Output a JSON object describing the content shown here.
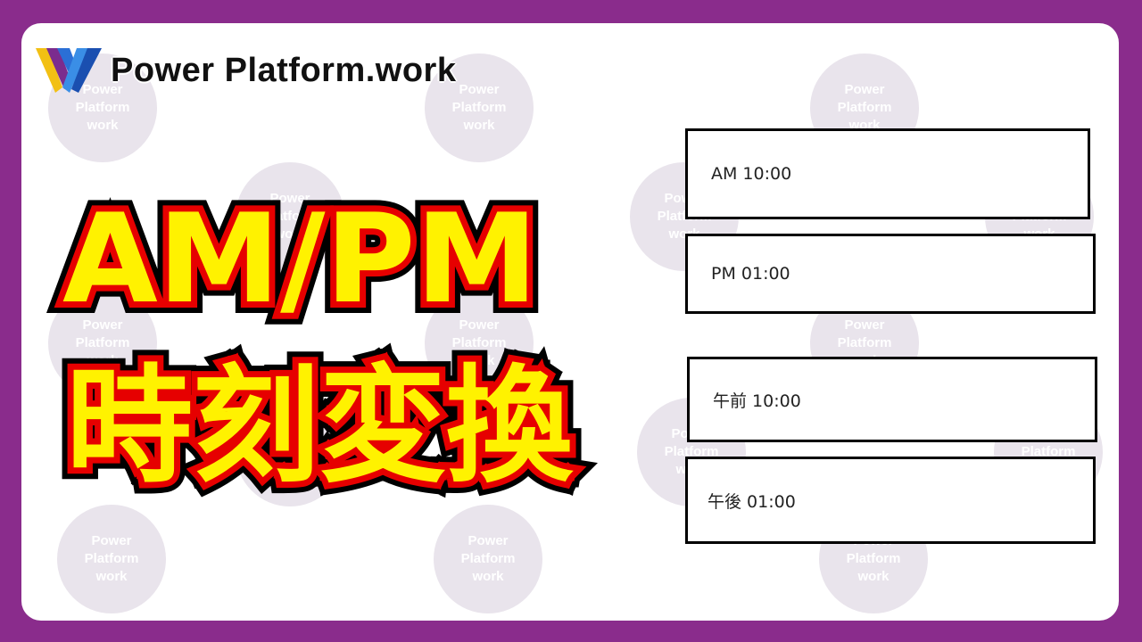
{
  "brand": {
    "name": "Power Platform.work",
    "logo_icon": "power-platform-logo-icon"
  },
  "watermark": {
    "line1": "Power",
    "line2": "Platform",
    "line3": "work"
  },
  "hero": {
    "line1": "AM/PM",
    "line2": "時刻変換"
  },
  "time_boxes": [
    {
      "label": "AM 10:00"
    },
    {
      "label": "PM 01:00"
    },
    {
      "label": "午前 10:00"
    },
    {
      "label": "午後 01:00"
    }
  ],
  "colors": {
    "frame": "#8a2c8c",
    "hero_fill": "#fff200",
    "hero_stroke": "#e60000",
    "watermark": "#e9e4ec"
  }
}
